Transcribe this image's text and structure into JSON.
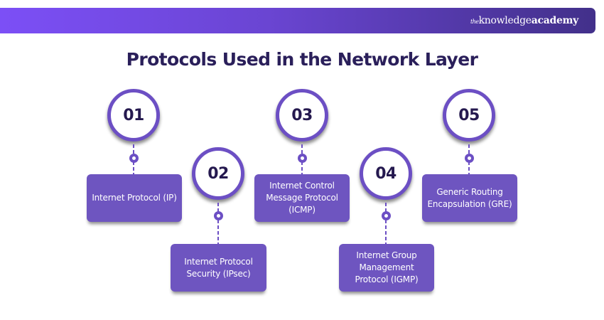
{
  "header": {
    "logo": {
      "prefix": "the",
      "word1": "knowledge",
      "word2": "academy"
    },
    "colors": {
      "gradient_start": "#7c4ff6",
      "gradient_end": "#42308a"
    }
  },
  "title": "Protocols Used in the Network Layer",
  "colors": {
    "title": "#2a1f5a",
    "accent": "#6c4fc4",
    "box_fill": "#6e55c0",
    "number_text": "#25194f"
  },
  "items": [
    {
      "number": "01",
      "label": "Internet Protocol (IP)"
    },
    {
      "number": "02",
      "label": "Internet Protocol Security (IPsec)"
    },
    {
      "number": "03",
      "label": "Internet Control Message Protocol (ICMP)"
    },
    {
      "number": "04",
      "label": "Internet Group Management Protocol (IGMP)"
    },
    {
      "number": "05",
      "label": "Generic Routing Encapsulation (GRE)"
    }
  ]
}
